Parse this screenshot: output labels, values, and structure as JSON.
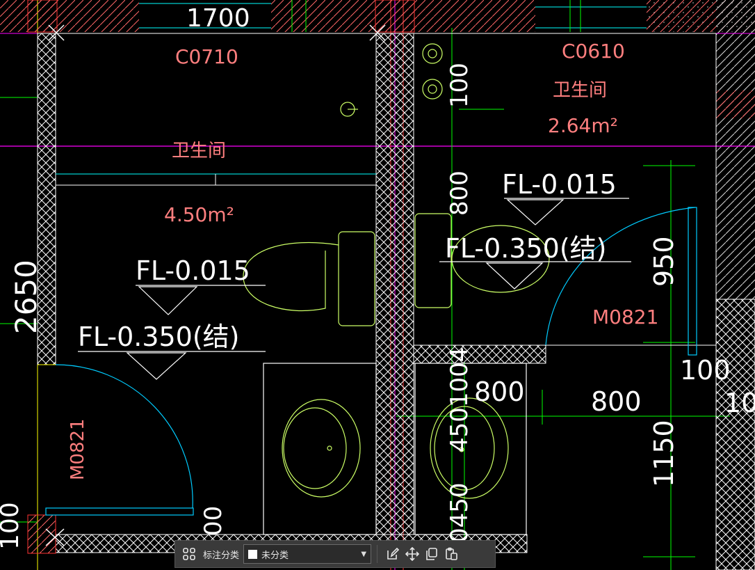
{
  "drawing": {
    "dimensions": {
      "top_width": "1700",
      "left_height": "2650",
      "bottom_left": "100",
      "bottom_mid": "00",
      "mid_vertical_1": "100",
      "mid_vertical_2": "800",
      "mid_vertical_3": "450",
      "mid_vertical_4": "4501004",
      "mid_vertical_5": "450",
      "mid_vertical_6": "0450",
      "right_800_a": "800",
      "right_800_b": "800",
      "right_950": "950",
      "right_1150": "1150",
      "right_100": "100",
      "right_10": "10"
    },
    "rooms": {
      "left_window": "C0710",
      "left_name": "卫生间",
      "left_area": "4.50m²",
      "left_fl1": "FL-0.015",
      "left_fl2": "FL-0.350(结)",
      "left_door": "M0821",
      "right_window": "C0610",
      "right_name": "卫生间",
      "right_area": "2.64m²",
      "right_fl1": "FL-0.015",
      "right_fl2": "FL-0.350(结)",
      "right_door": "M0821"
    }
  },
  "toolbar": {
    "category_label": "标注分类",
    "category_value": "未分类"
  },
  "colors": {
    "background": "#000000",
    "wall": "#ffffff",
    "dimension": "#ffffff",
    "room_text": "#ff7f7f",
    "fixture": "#ccff66",
    "door_arc": "#00ccff",
    "grid_magenta": "#ff00ff",
    "grid_green": "#00ff00",
    "hatch_red": "#ff3333",
    "toolbar_bg": "#3a3a3a"
  }
}
